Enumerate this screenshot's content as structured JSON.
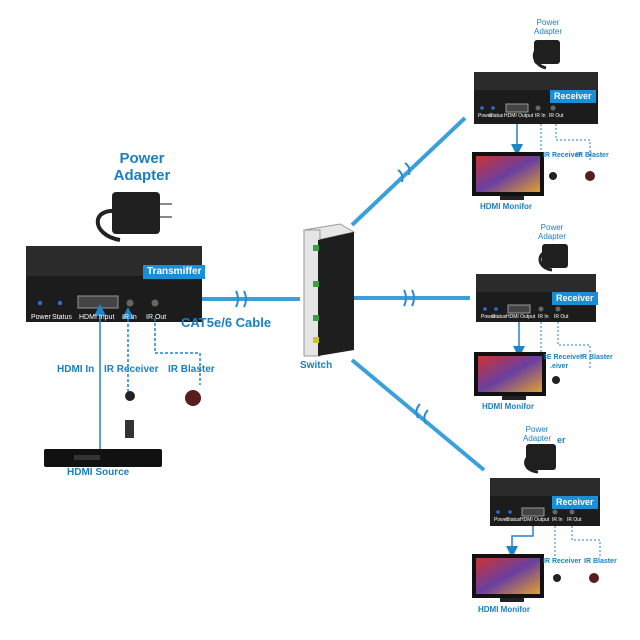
{
  "colors": {
    "accent": "#1b8fd6",
    "cable": "#3aa0db",
    "device": "#1c1c1c",
    "arrow": "#1e86c8",
    "led": "#2a6fd6"
  },
  "transmitter": {
    "label": "Transmiffer",
    "ports": [
      "Power",
      "Status",
      "HDMI Input",
      "IR In",
      "IR Out"
    ]
  },
  "power_adapter_main": "Power Adapter",
  "cable_label": "CAT5e/6 Cable",
  "switch_label": "Switch",
  "source": {
    "label": "HDMI Source"
  },
  "tx_inputs": {
    "hdmi_in": "HDMI In",
    "ir_receiver": "IR Receiver",
    "ir_blaster": "IR Blaster"
  },
  "receivers": [
    {
      "adapter": "Power Adapter",
      "label": "Receiver",
      "ports": [
        "Power",
        "Status",
        "HDMI Output",
        "IR In",
        "IR Out"
      ],
      "ir_receiver": "IR Receiver",
      "ir_blaster": "IR Blaster",
      "monitor": "HDMI Monifor"
    },
    {
      "adapter": "Power Adapter",
      "label": "Receiver",
      "ports": [
        "Power",
        "Status",
        "HDMI Output",
        "IR In",
        "IR Out"
      ],
      "ir_receiver": "3E Receiver",
      "ir_blaster": "IR Blaster",
      "extra": ".eiver",
      "monitor": "HDMI Monifor"
    },
    {
      "adapter": "Power Adapter",
      "label": "Receiver",
      "ports": [
        "Power",
        "Status",
        "HDMI Output",
        "IR In",
        "IR Out"
      ],
      "ir_receiver": "IR Receiver",
      "ir_blaster": "IR Blaster",
      "extra": "er",
      "monitor": "HDMI Monifor"
    }
  ]
}
